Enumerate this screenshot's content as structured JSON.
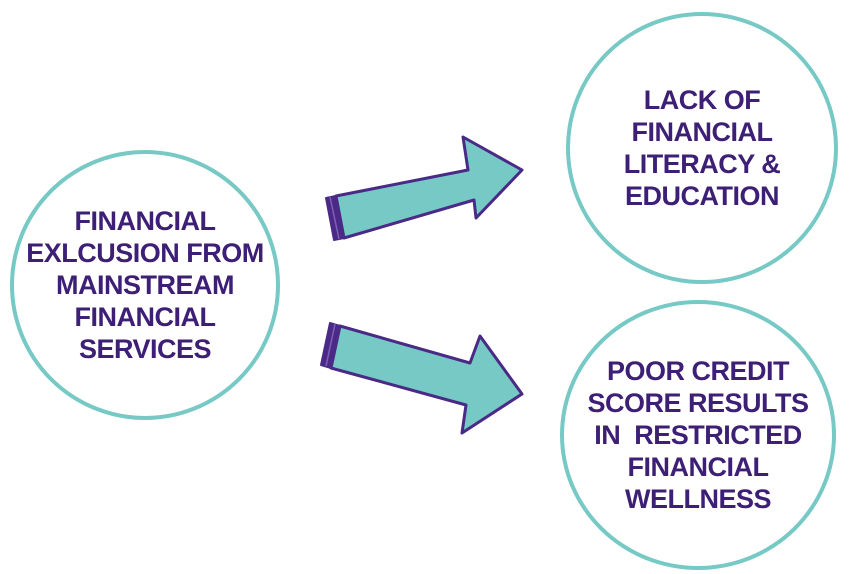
{
  "colors": {
    "circle_border": "#76c9c4",
    "text": "#3d2075",
    "arrow_fill": "#76c9c4",
    "arrow_stroke": "#4a2a86"
  },
  "nodes": {
    "source": {
      "lines": [
        "FINANCIAL",
        "EXLCUSION FROM",
        "MAINSTREAM",
        "FINANCIAL",
        "SERVICES"
      ]
    },
    "literacy": {
      "lines": [
        "LACK OF",
        "FINANCIAL",
        "LITERACY &",
        "EDUCATION"
      ]
    },
    "credit": {
      "lines": [
        "POOR CREDIT",
        "SCORE RESULTS",
        "IN  RESTRICTED",
        "FINANCIAL",
        "WELLNESS"
      ]
    }
  },
  "edges": [
    {
      "from": "source",
      "to": "literacy",
      "icon": "right-arrow-icon"
    },
    {
      "from": "source",
      "to": "credit",
      "icon": "right-arrow-icon"
    }
  ]
}
